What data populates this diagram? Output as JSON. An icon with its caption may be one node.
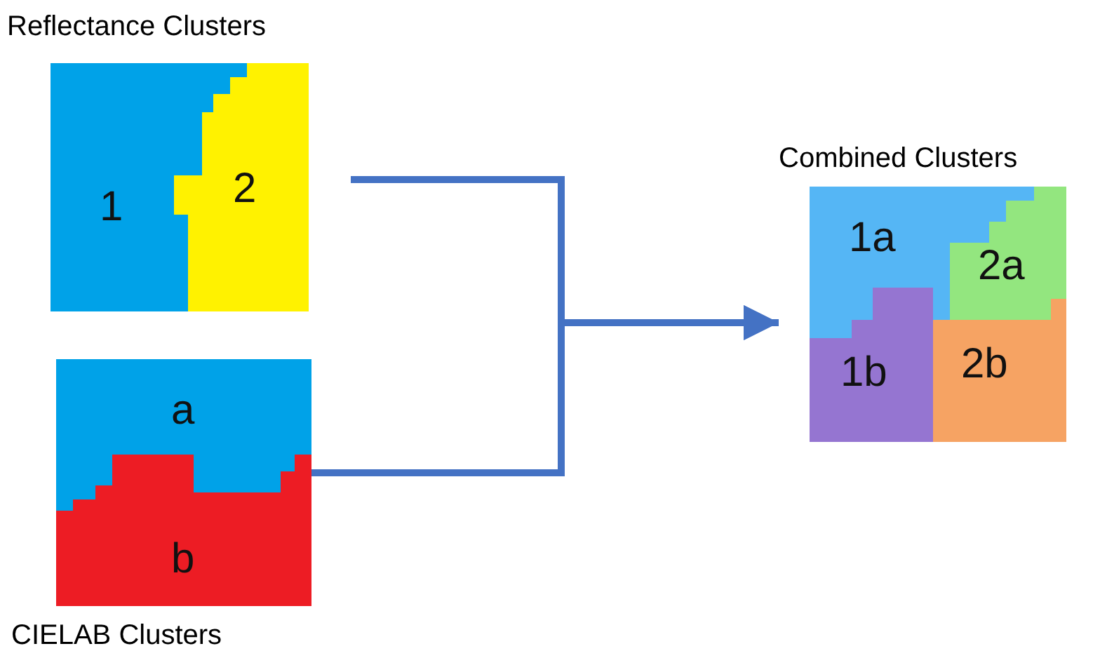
{
  "diagram": {
    "nodes": [
      {
        "text": [
          "Reflectance Clusters"
        ]
      },
      {
        "text": [
          "1"
        ],
        "in": 0
      },
      {
        "text": [
          "2"
        ],
        "in": 0
      },
      {
        "text": [
          "CIELAB Clusters"
        ]
      },
      {
        "text": [
          "a"
        ],
        "in": 3
      },
      {
        "text": [
          "b"
        ],
        "in": 3
      },
      {
        "text": [
          "Combined Clusters"
        ]
      },
      {
        "text": [
          "1a"
        ],
        "in": 6
      },
      {
        "text": [
          "2a"
        ],
        "in": 6
      },
      {
        "text": [
          "1b"
        ],
        "in": 6
      },
      {
        "text": [
          "2b"
        ],
        "in": 6
      }
    ],
    "edges": [
      {
        "from": 0,
        "to": 6,
        "arrow": "to"
      },
      {
        "from": 3,
        "to": 6,
        "arrow": "to"
      }
    ]
  }
}
